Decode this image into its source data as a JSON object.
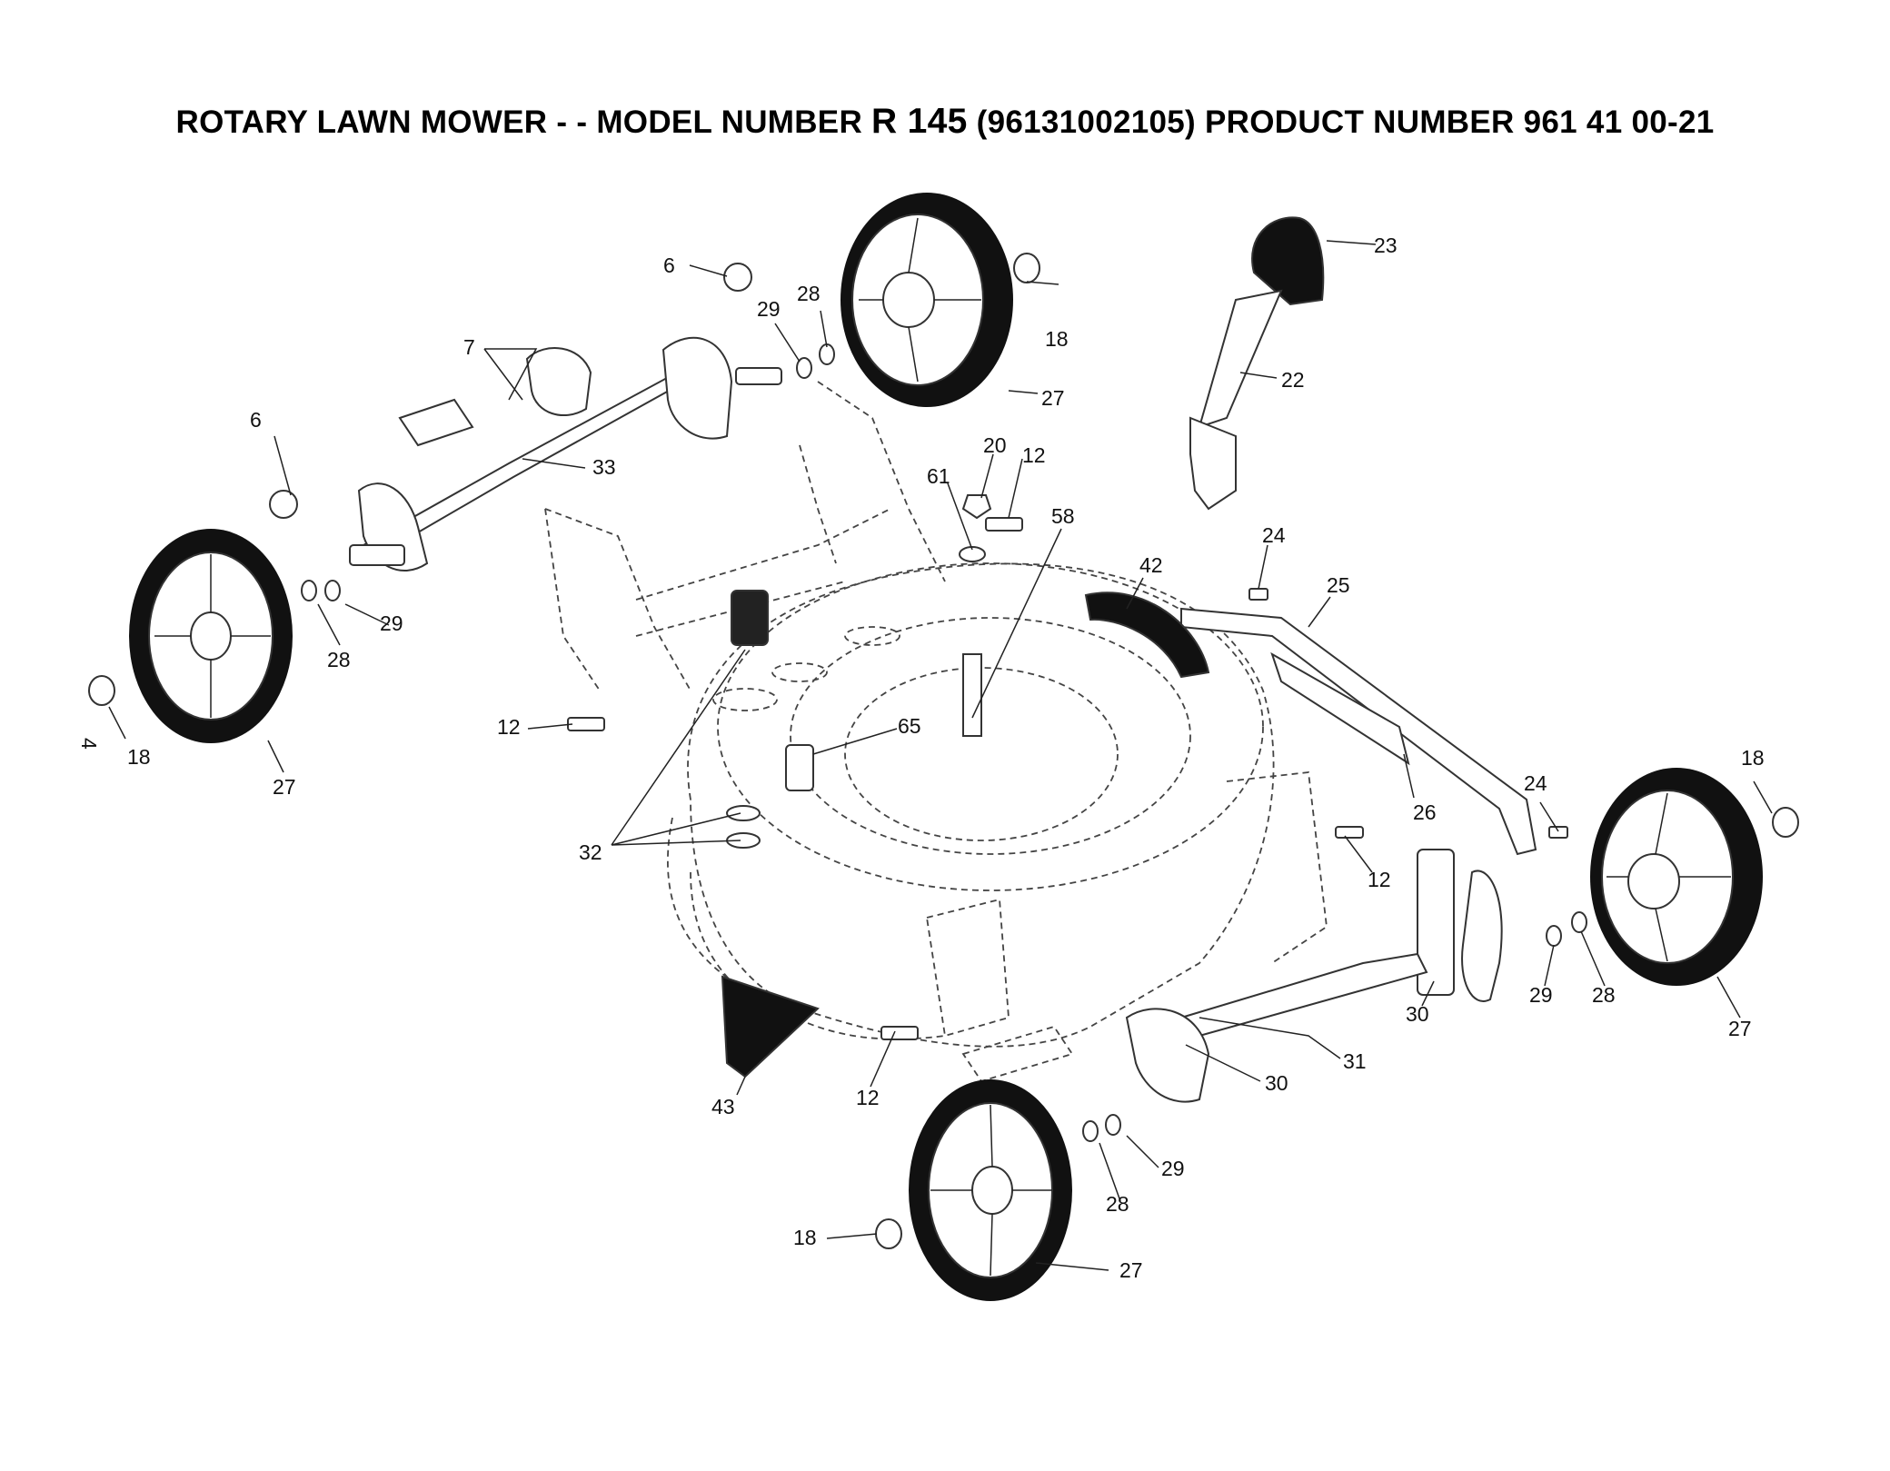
{
  "title": {
    "prefix": "ROTARY LAWN MOWER - - MODEL NUMBER ",
    "model": "R 145",
    "suffix": "  (96131002105) PRODUCT NUMBER 961 41 00-21"
  },
  "page_number": "4",
  "callouts": {
    "c6a": "6",
    "c6b": "6",
    "c7": "7",
    "c33": "33",
    "c29a": "29",
    "c28a": "28",
    "c18a": "18",
    "c27a": "27",
    "c29b": "29",
    "c28b": "28",
    "c18b": "18",
    "c27b": "27",
    "c23": "23",
    "c22": "22",
    "c20": "20",
    "c12a": "12",
    "c61": "61",
    "c58": "58",
    "c42": "42",
    "c24a": "24",
    "c25": "25",
    "c12b": "12",
    "c65": "65",
    "c32": "32",
    "c26": "26",
    "c24b": "24",
    "c12c": "12",
    "c18c": "18",
    "c29c": "29",
    "c28c": "28",
    "c27c": "27",
    "c30a": "30",
    "c31": "31",
    "c30b": "30",
    "c43": "43",
    "c12d": "12",
    "c29d": "29",
    "c28d": "28",
    "c18d": "18",
    "c27d": "27"
  }
}
